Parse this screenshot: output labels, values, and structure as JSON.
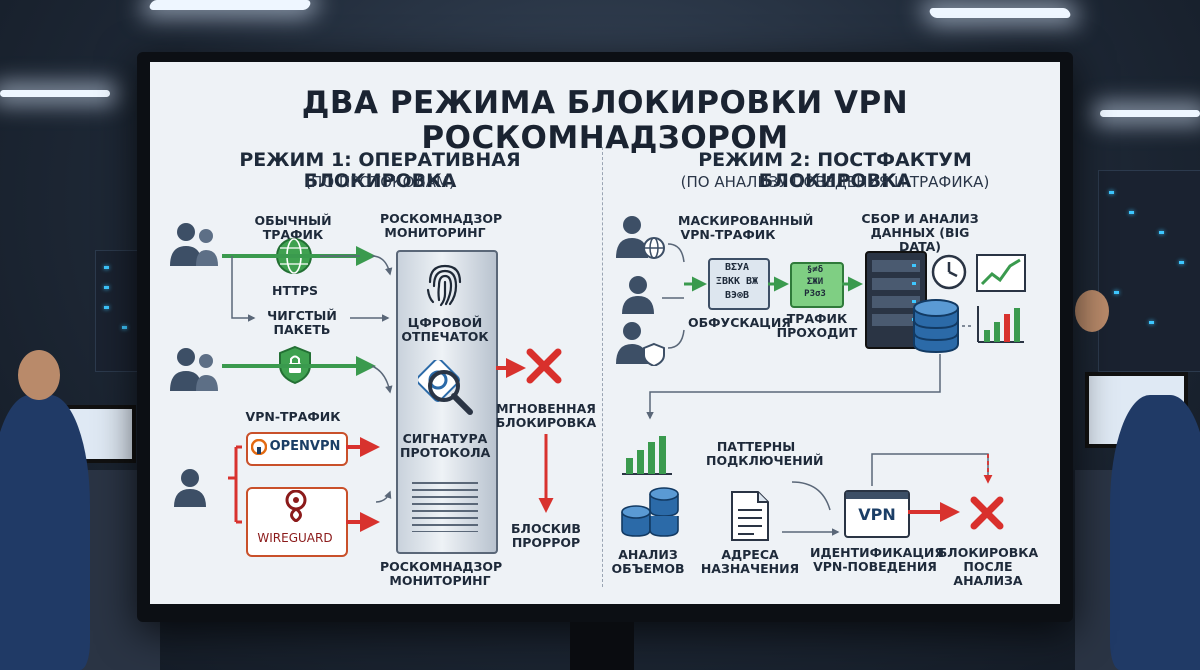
{
  "title": "ДВА РЕЖИМА БЛОКИРОВКИ VPN РОСКОМНАДЗОРОМ",
  "mode1": {
    "heading": "РЕЖИМ 1: ОПЕРАТИВНАЯ БЛОКИРОВКА",
    "subheading": "(ПО ПРОТОКОЛАМ)",
    "normal_traffic": "ОБЫЧНЫЙ ТРАФИК",
    "https": "HTTPS",
    "clean_packet": "ЧИГСТЫЙ ПАКЕТЬ",
    "vpn_traffic": "VPN-ТРАФИК",
    "openvpn": "OPENVPN",
    "wireguard": "WIREGUARD",
    "rkn_monitoring_top": "РОСКОМНАДЗОР МОНИТОРИНГ",
    "fingerprint": "ЦФРОВОЙ ОТПЕЧАТОК",
    "protocol_signature": "СИГНАТУРА ПРОТОКОЛА",
    "rkn_monitoring_bottom": "РОСКОМНАДЗОР МОНИТОРИНГ",
    "instant_block": "МГНОВЕННАЯ БЛОКИРОВКА",
    "block_result": "БЛОСКИВ ПРОРРОР"
  },
  "mode2": {
    "heading": "РЕЖИМ 2: ПОСТФАКТУМ БЛОКИРОВКА",
    "subheading": "(ПО АНАЛИЗУ ПОВЕДЕНИЯ И ТРАФИКА)",
    "masked_traffic": "МАСКИРОВАННЫЙ VPN-ТРАФИК",
    "obfuscation": "ОБФУСКАЦИЯ",
    "traffic_passes": "ТРАФИК ПРОХОДИТ",
    "data_collection": "СБОР И АНАЛИЗ ДАННЫХ (BIG DATA)",
    "connection_patterns": "ПАТТЕРНЫ ПОДКЛЮЧЕНИЙ",
    "volume_analysis": "АНАЛИЗ ОБЪЕМОВ",
    "destination_addresses": "АДРЕСА НАЗНАЧЕНИЯ",
    "vpn_identification": "ИДЕНТИФИКАЦИЯ VPN-ПОВЕДЕНИЯ",
    "vpn_badge": "VPN",
    "block_after_analysis": "БЛОКИРОВКА ПОСЛЕ АНАЛИЗА",
    "obfuscated_glyphs": [
      "ВΣУА",
      "ΞВКК ВЖ",
      "ВЭ⊗В"
    ],
    "passing_glyphs": [
      "§≠δ",
      "ΣЖИ",
      "РЗσЗ"
    ]
  },
  "colors": {
    "arrow_green": "#3a9a4e",
    "arrow_red": "#d8322e",
    "block_x": "#d9302c",
    "accent_blue": "#2b6aa8"
  }
}
